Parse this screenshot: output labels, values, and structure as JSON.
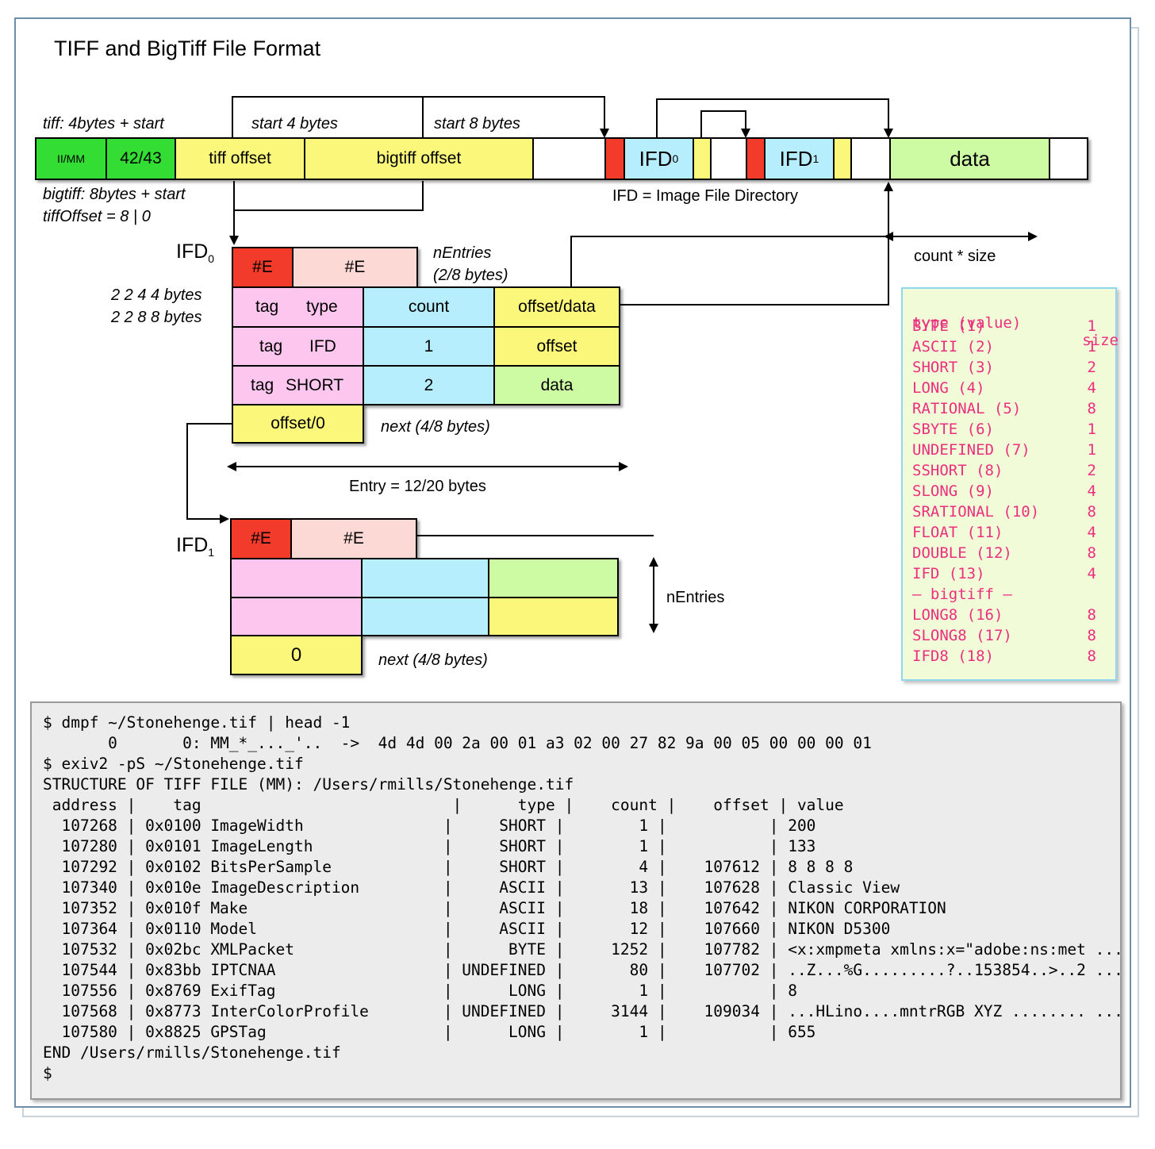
{
  "title": "TIFF and BigTiff File Format",
  "header_labels": {
    "tiff": "tiff:  4bytes + start",
    "start4": "start 4 bytes",
    "start8": "start 8 bytes",
    "bigtiff": "bigtiff:  8bytes + start",
    "tiffoffset": "tiffOffset = 8 | 0",
    "ifd_def": "IFD = Image File Directory",
    "count_size": "count * size"
  },
  "file_bar": {
    "byte_order": "II/MM",
    "magic": "42/43",
    "tiff_offset": "tiff offset",
    "bigtiff_offset": "bigtiff offset",
    "ifd0": "IFD",
    "ifd0_sub": "0",
    "ifd1": "IFD",
    "ifd1_sub": "1",
    "data": "data"
  },
  "ifd0": {
    "name": "IFD",
    "sub": "0",
    "n1": "#E",
    "n2": "#E",
    "nentries": "nEntries",
    "nentries_bytes": "(2/8 bytes)",
    "sizes1": "2 2 4 4 bytes",
    "sizes2": "2 2 8 8 bytes",
    "rows": [
      {
        "a": "tag",
        "b": "type",
        "count": "count",
        "val": "offset/data"
      },
      {
        "a": "tag",
        "b": "IFD",
        "count": "1",
        "val": "offset"
      },
      {
        "a": "tag",
        "b": "SHORT",
        "count": "2",
        "val": "data"
      }
    ],
    "next": "offset/0",
    "next_label": "next (4/8 bytes)",
    "entry_label": "Entry = 12/20 bytes"
  },
  "ifd1": {
    "name": "IFD",
    "sub": "1",
    "n1": "#E",
    "n2": "#E",
    "nentries": "nEntries",
    "next": "0",
    "next_label": "next (4/8 bytes)"
  },
  "types_table": {
    "header_type": "type (value)",
    "header_size": "size",
    "rows": [
      {
        "t": "BYTE (1)",
        "s": "1"
      },
      {
        "t": "ASCII (2)",
        "s": "1"
      },
      {
        "t": "SHORT (3)",
        "s": "2"
      },
      {
        "t": "LONG (4)",
        "s": "4"
      },
      {
        "t": "RATIONAL (5)",
        "s": "8"
      },
      {
        "t": "SBYTE (6)",
        "s": "1"
      },
      {
        "t": "UNDEFINED (7)",
        "s": "1"
      },
      {
        "t": "SSHORT (8)",
        "s": "2"
      },
      {
        "t": "SLONG (9)",
        "s": "4"
      },
      {
        "t": "SRATIONAL (10)",
        "s": "8"
      },
      {
        "t": "FLOAT (11)",
        "s": "4"
      },
      {
        "t": "DOUBLE (12)",
        "s": "8"
      },
      {
        "t": "IFD (13)",
        "s": "4"
      },
      {
        "t": "— bigtiff —",
        "s": ""
      },
      {
        "t": "LONG8 (16)",
        "s": "8"
      },
      {
        "t": "SLONG8 (17)",
        "s": "8"
      },
      {
        "t": "IFD8 (18)",
        "s": "8"
      }
    ]
  },
  "terminal": {
    "lines": [
      "$ dmpf ~/Stonehenge.tif | head -1",
      "       0       0: MM_*_..._'..  ->  4d 4d 00 2a 00 01 a3 02 00 27 82 9a 00 05 00 00 00 01",
      "$ exiv2 -pS ~/Stonehenge.tif",
      "STRUCTURE OF TIFF FILE (MM): /Users/rmills/Stonehenge.tif",
      " address |    tag                           |      type |    count |    offset | value",
      "  107268 | 0x0100 ImageWidth               |     SHORT |        1 |           | 200",
      "  107280 | 0x0101 ImageLength              |     SHORT |        1 |           | 133",
      "  107292 | 0x0102 BitsPerSample            |     SHORT |        4 |    107612 | 8 8 8 8",
      "  107340 | 0x010e ImageDescription         |     ASCII |       13 |    107628 | Classic View",
      "  107352 | 0x010f Make                     |     ASCII |       18 |    107642 | NIKON CORPORATION",
      "  107364 | 0x0110 Model                    |     ASCII |       12 |    107660 | NIKON D5300",
      "  107532 | 0x02bc XMLPacket                |      BYTE |     1252 |    107782 | <x:xmpmeta xmlns:x=\"adobe:ns:met ...",
      "  107544 | 0x83bb IPTCNAA                  | UNDEFINED |       80 |    107702 | ..Z...%G.........?..153854..>..2 ...",
      "  107556 | 0x8769 ExifTag                  |      LONG |        1 |           | 8",
      "  107568 | 0x8773 InterColorProfile        | UNDEFINED |     3144 |    109034 | ...HLino....mntrRGB XYZ ........ ...",
      "  107580 | 0x8825 GPSTag                   |      LONG |        1 |           | 655",
      "END /Users/rmills/Stonehenge.tif",
      "$"
    ]
  },
  "colors": {
    "green": "#33dd33",
    "yellow": "#fbf77a",
    "red": "#f23b2a",
    "cyan": "#b6eefe",
    "pink": "#fdc6ee",
    "lightred": "#fdd9d6",
    "lightgreen": "#ccfba4",
    "magenta_text": "#ea2f7e"
  }
}
